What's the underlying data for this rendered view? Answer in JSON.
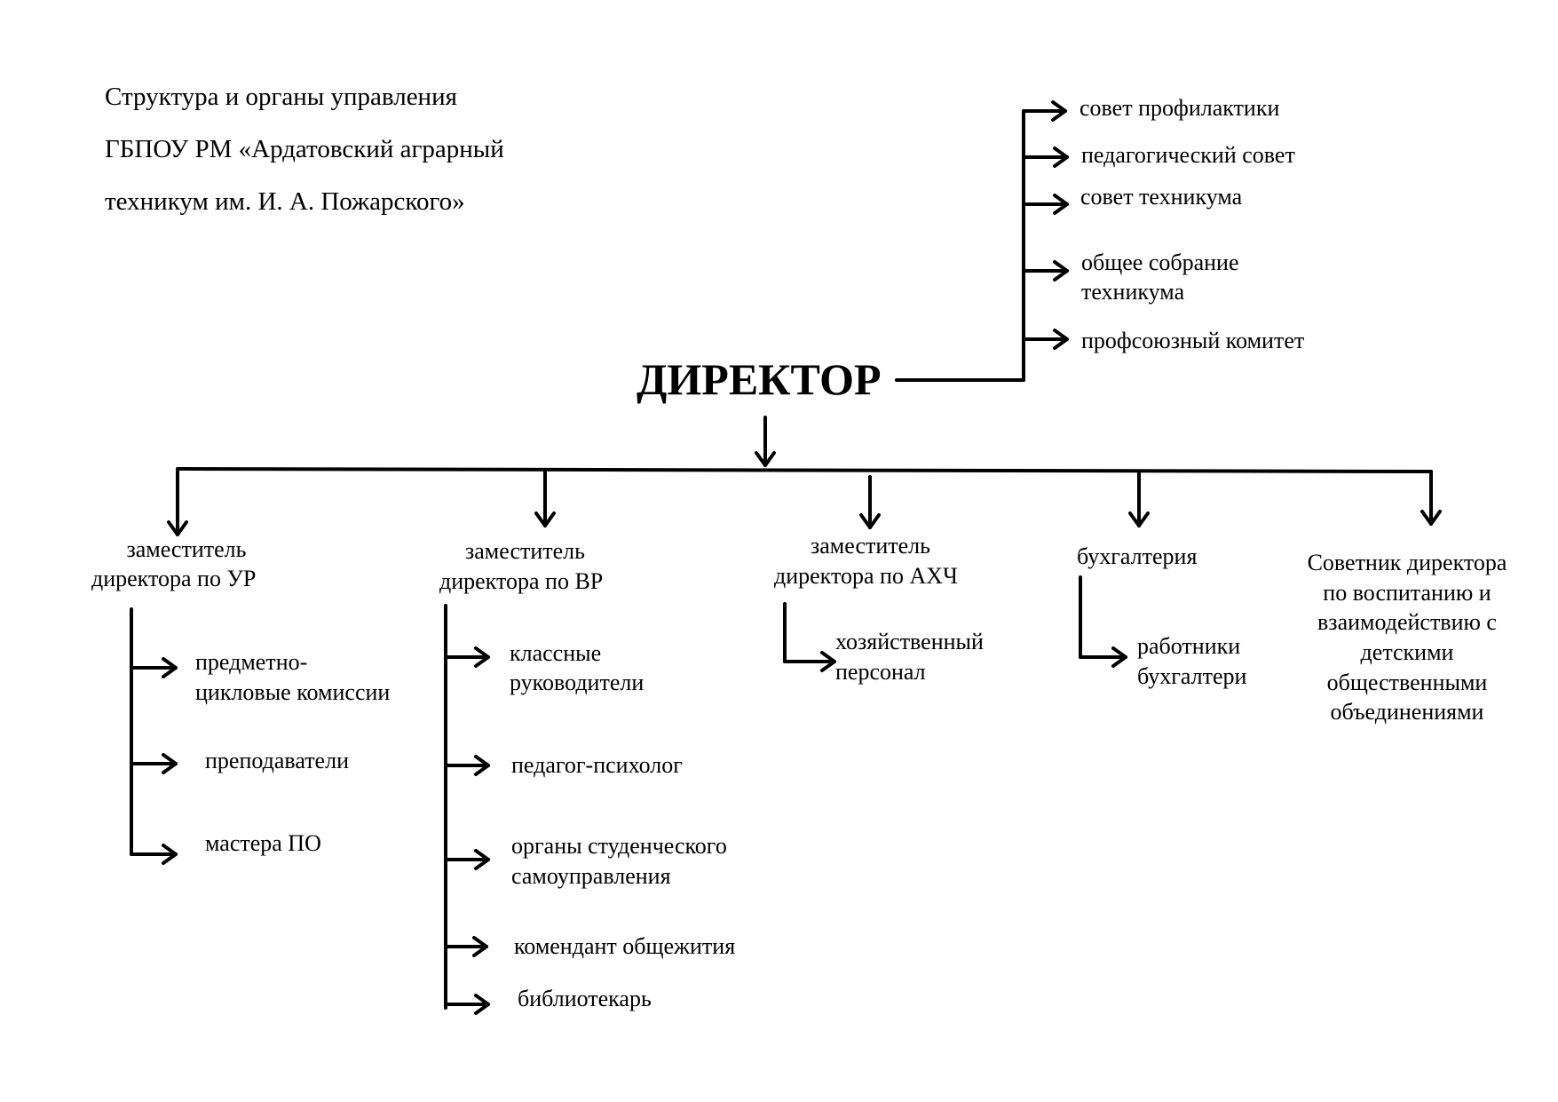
{
  "title": {
    "line1": "Структура и органы управления",
    "line2": "ГБПОУ РМ «Ардатовский аграрный",
    "line3": "техникум им. И. А. Пожарского»"
  },
  "director": "ДИРЕКТОР",
  "councils": [
    "совет профилактики",
    "педагогический совет",
    "совет техникума",
    "общее собрание техникума",
    "профсоюзный комитет"
  ],
  "councils_lines": {
    "general_meeting_1": "общее собрание",
    "general_meeting_2": "техникума"
  },
  "branches": {
    "ur": {
      "line1": "заместитель",
      "line2": "директора по УР",
      "children": {
        "pck_1": "предметно-",
        "pck_2": "цикловые комиссии",
        "teachers": "преподаватели",
        "masters": "мастера ПО"
      }
    },
    "vr": {
      "line1": "заместитель",
      "line2": "директора по ВР",
      "children": {
        "class_1": "классные",
        "class_2": "руководители",
        "psych": "педагог-психолог",
        "student_1": "органы студенческого",
        "student_2": "самоуправления",
        "commandant": "комендант общежития",
        "librarian": "библиотекарь"
      }
    },
    "ahch": {
      "line1": "заместитель",
      "line2": "директора по АХЧ",
      "children": {
        "staff_1": "хозяйственный",
        "staff_2": "персонал"
      }
    },
    "accounting": {
      "label": "бухгалтерия",
      "children": {
        "workers_1": "работники",
        "workers_2": "бухгалтери"
      }
    },
    "advisor": {
      "line1": "Советник директора",
      "line2": "по воспитанию и",
      "line3": "взаимодействию с",
      "line4": "детскими",
      "line5": "общественными",
      "line6": "объединениями"
    }
  }
}
